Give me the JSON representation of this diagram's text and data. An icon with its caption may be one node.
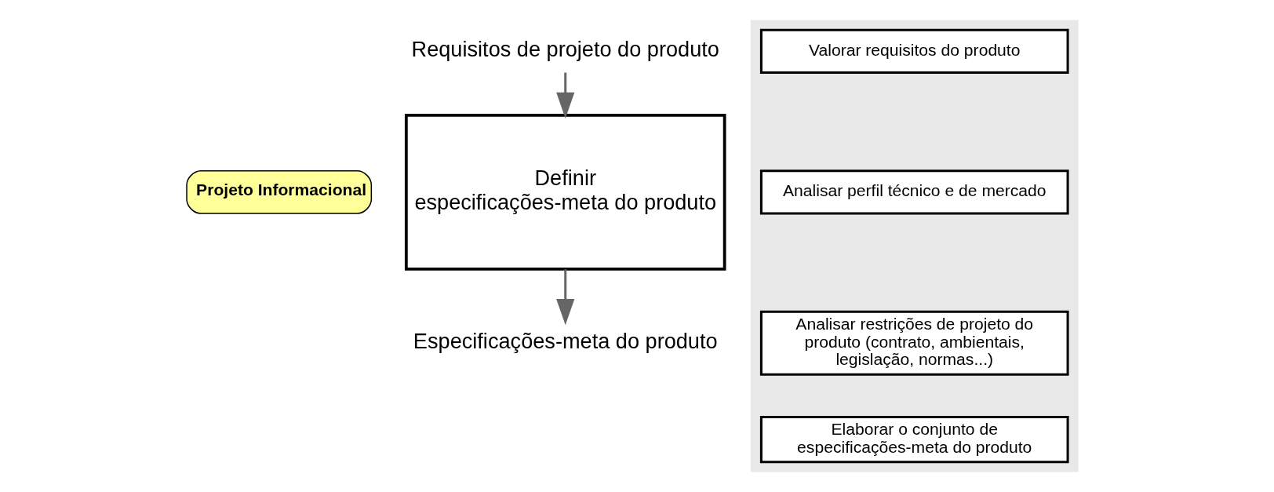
{
  "diagram": {
    "nodes": [
      {
        "text": [
          "Requisitos de projeto do produto"
        ]
      },
      {
        "text": [
          "Projeto Informacional"
        ]
      },
      {
        "text": [
          "Definir especificações-meta do produto"
        ]
      },
      {
        "text": [
          "Especificações-meta do produto"
        ]
      },
      {
        "text": [],
        "shape": "box"
      },
      {
        "text": [
          "Valorar requisitos do produto"
        ],
        "in": 4
      },
      {
        "text": [
          "Analisar perfil técnico e de mercado"
        ],
        "in": 4
      },
      {
        "text": [
          "Analisar restrições de projeto do produto (contrato, ambientais, legislação, normas...)"
        ],
        "in": 4
      },
      {
        "text": [
          "Elaborar o conjunto de especificações-meta do produto"
        ],
        "in": 4
      }
    ],
    "edges": [
      {
        "from": 0,
        "to": 2,
        "arrow": "to"
      },
      {
        "from": 2,
        "to": 3,
        "arrow": "to"
      }
    ]
  }
}
